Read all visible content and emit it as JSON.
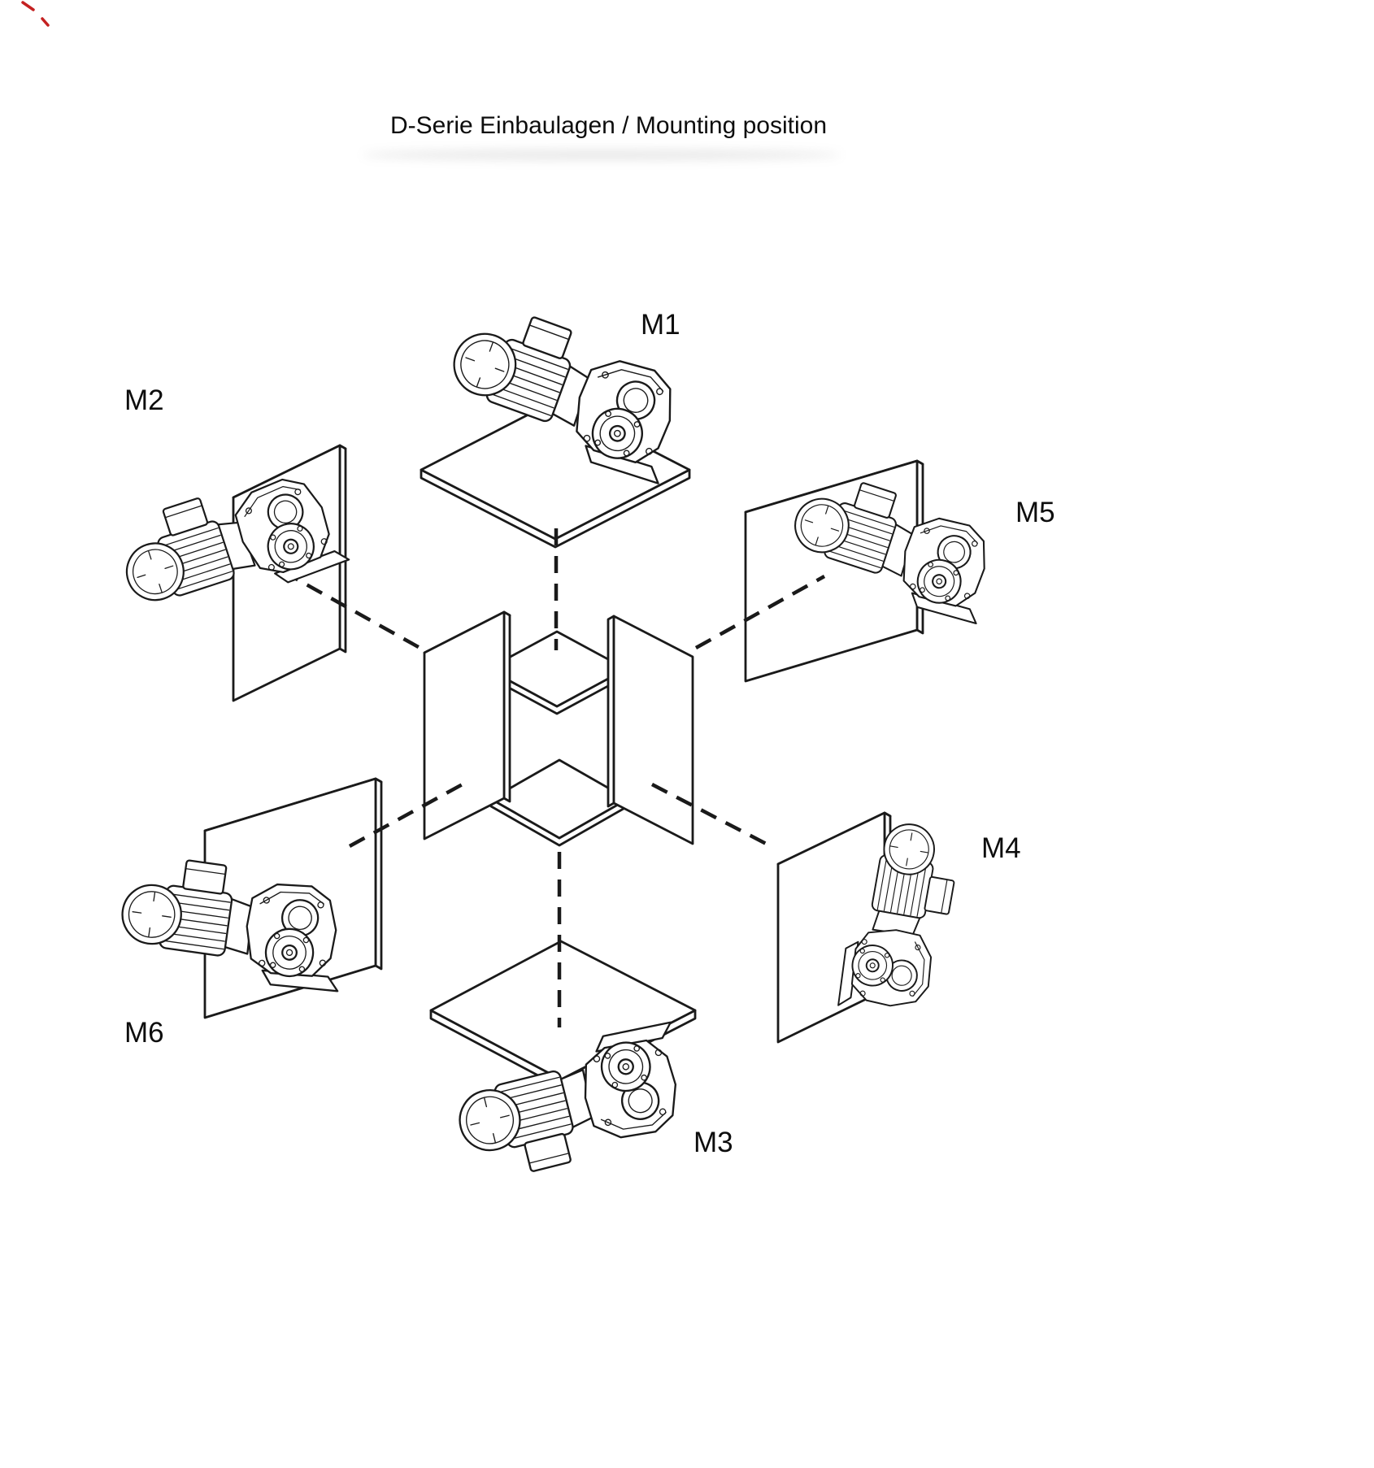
{
  "page": {
    "title": "D-Serie Einbaulagen / Mounting position",
    "background_color": "#ffffff",
    "line_color": "#1a1a1a",
    "artifact_color": "#c42121"
  },
  "diagram": {
    "kind": "gearmotor-mounting-position-diagram",
    "series": "D-Serie",
    "positions": [
      {
        "id": "M1",
        "label": "M1",
        "placement": "top"
      },
      {
        "id": "M2",
        "label": "M2",
        "placement": "upper-left"
      },
      {
        "id": "M3",
        "label": "M3",
        "placement": "bottom"
      },
      {
        "id": "M4",
        "label": "M4",
        "placement": "lower-right"
      },
      {
        "id": "M5",
        "label": "M5",
        "placement": "upper-right"
      },
      {
        "id": "M6",
        "label": "M6",
        "placement": "lower-left"
      }
    ]
  }
}
